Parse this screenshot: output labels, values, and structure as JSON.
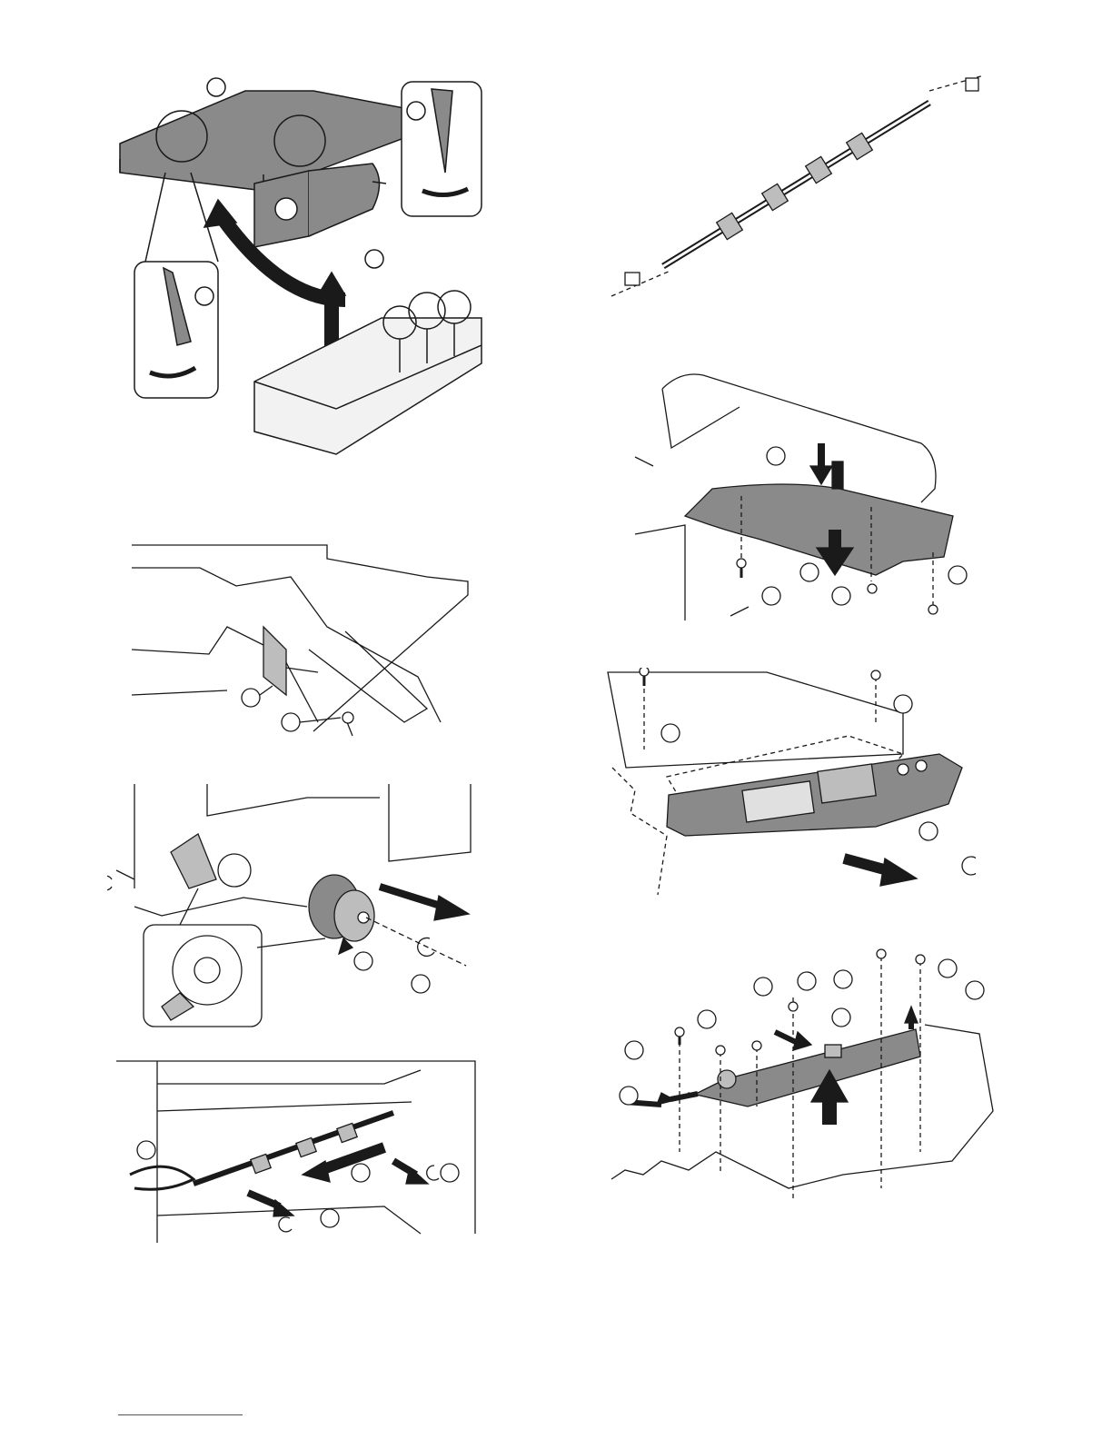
{
  "page": {
    "figures": [
      {
        "id": "fig1",
        "icons": [
          "gear-box-icon",
          "motor-icon",
          "lift-arrow-icon",
          "latch-detail-icon"
        ]
      },
      {
        "id": "fig2",
        "icons": [
          "roller-shaft-icon",
          "screw-icon"
        ]
      },
      {
        "id": "fig3",
        "icons": [
          "clutch-gear-icon",
          "e-ring-icon",
          "pull-arrow-icon"
        ]
      },
      {
        "id": "fig4",
        "icons": [
          "feed-roller-icon",
          "e-ring-icon"
        ]
      },
      {
        "id": "fig5",
        "icons": [
          "long-roller-shaft-icon",
          "bushing-icon"
        ]
      },
      {
        "id": "fig6",
        "icons": [
          "cover-plate-icon",
          "screw-icon",
          "push-arrow-icon"
        ]
      },
      {
        "id": "fig7",
        "icons": [
          "operation-panel-icon",
          "screw-icon",
          "pull-arrow-icon"
        ]
      },
      {
        "id": "fig8",
        "icons": [
          "pcb-board-icon",
          "screw-icon",
          "connector-icon",
          "lift-arrow-icon"
        ]
      }
    ],
    "colors": {
      "line": "#1a1a1a",
      "part_fill": "#8a8a8a",
      "light_fill": "#f2f2f2",
      "footer_link": "#3b4cc0"
    }
  }
}
